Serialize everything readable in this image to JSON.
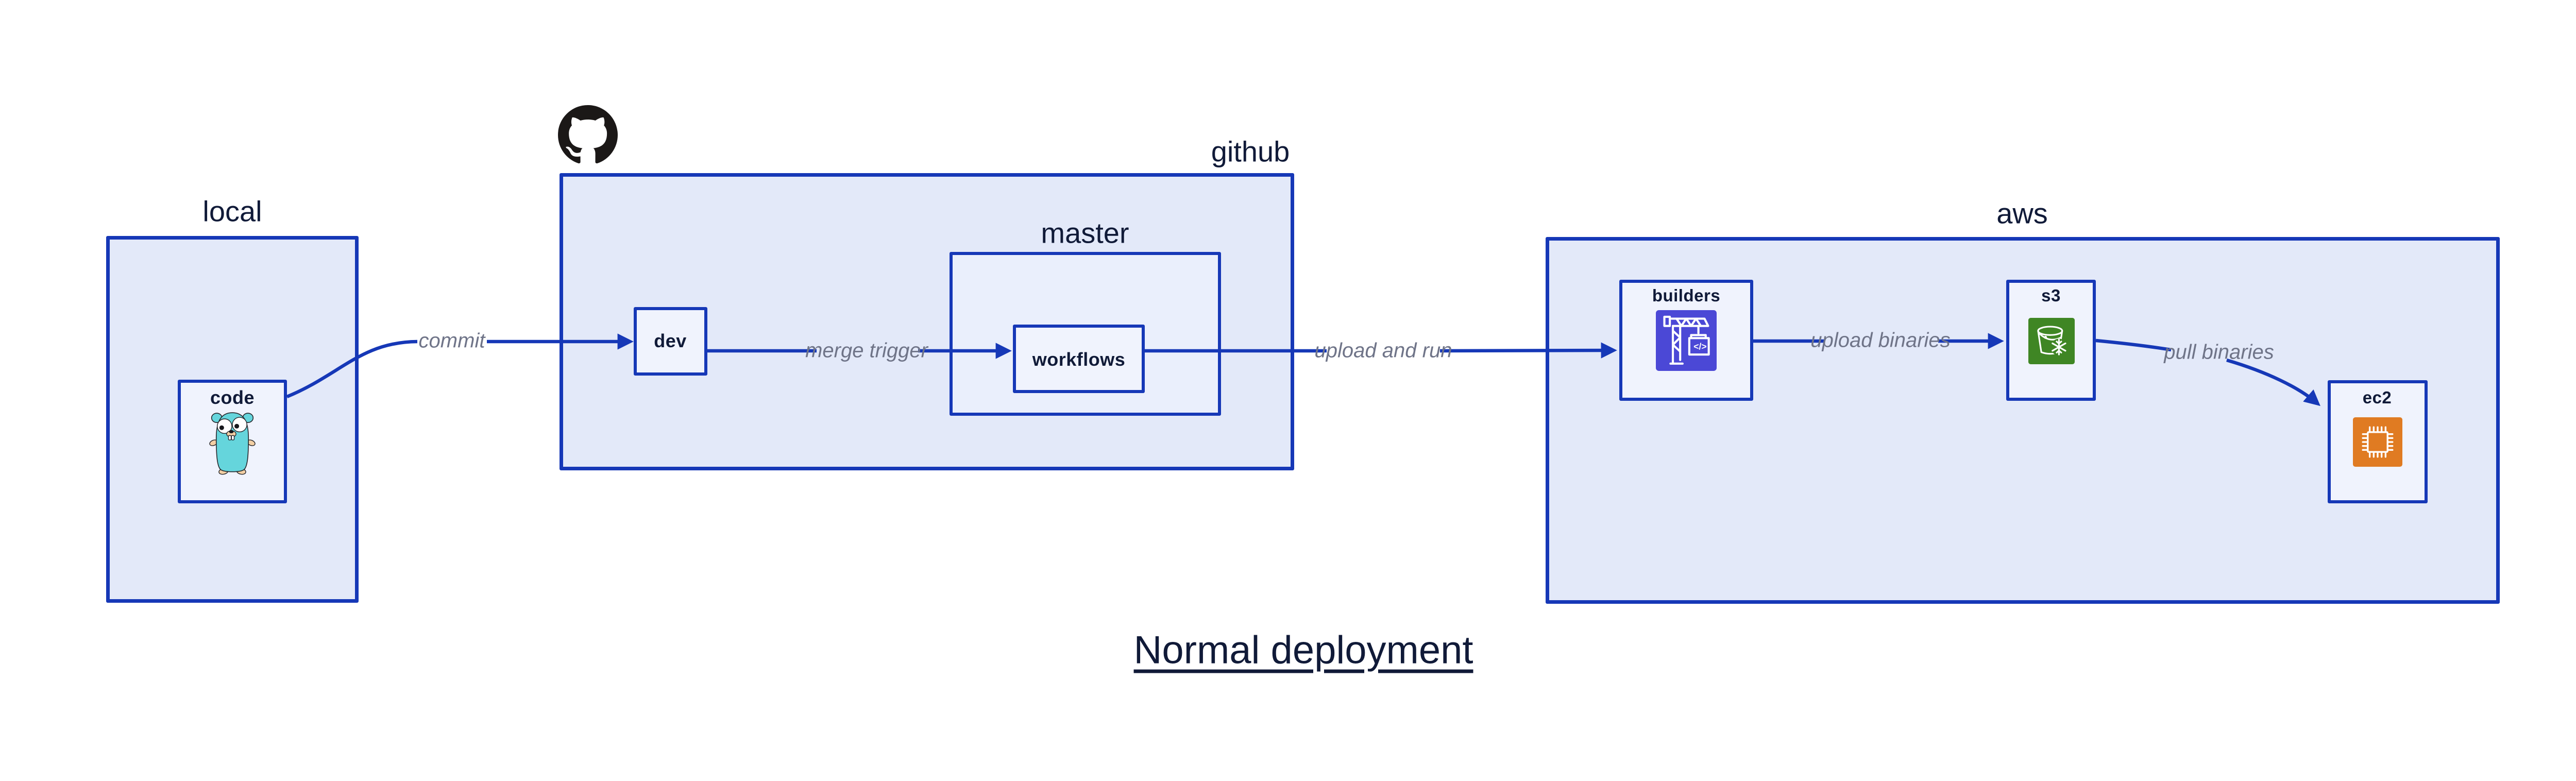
{
  "title": "Normal deployment",
  "groups": [
    {
      "id": "local",
      "label": "local"
    },
    {
      "id": "github",
      "label": "github"
    },
    {
      "id": "master",
      "label": "master"
    },
    {
      "id": "aws",
      "label": "aws"
    }
  ],
  "nodes": [
    {
      "id": "code",
      "label": "code",
      "icon": "go-gopher-icon"
    },
    {
      "id": "dev",
      "label": "dev",
      "icon": ""
    },
    {
      "id": "workflows",
      "label": "workflows",
      "icon": ""
    },
    {
      "id": "builders",
      "label": "builders",
      "icon": "aws-codebuild-icon",
      "icon_glyph": "</>"
    },
    {
      "id": "s3",
      "label": "s3",
      "icon": "aws-s3-glacier-icon"
    },
    {
      "id": "ec2",
      "label": "ec2",
      "icon": "aws-ec2-icon"
    }
  ],
  "edges": [
    {
      "from": "code",
      "to": "dev",
      "label": "commit"
    },
    {
      "from": "dev",
      "to": "workflows",
      "label": "merge trigger"
    },
    {
      "from": "workflows",
      "to": "builders",
      "label": "upload and run"
    },
    {
      "from": "builders",
      "to": "s3",
      "label": "upload binaries"
    },
    {
      "from": "s3",
      "to": "ec2",
      "label": "pull binaries"
    }
  ],
  "colors": {
    "accent": "#1638b7",
    "outer_fill": "#e3e9f9",
    "master_fill": "#eaeffc",
    "node_fill": "#f0f3fd",
    "text_dark": "#101a38",
    "edge_label": "#6f7488",
    "codebuild": "#4b48d6",
    "s3_glacier": "#3f8624",
    "ec2": "#e07b22",
    "gopher": "#65d5dc",
    "gopher_skin": "#f2cfa4",
    "octocat": "#1b1817"
  }
}
